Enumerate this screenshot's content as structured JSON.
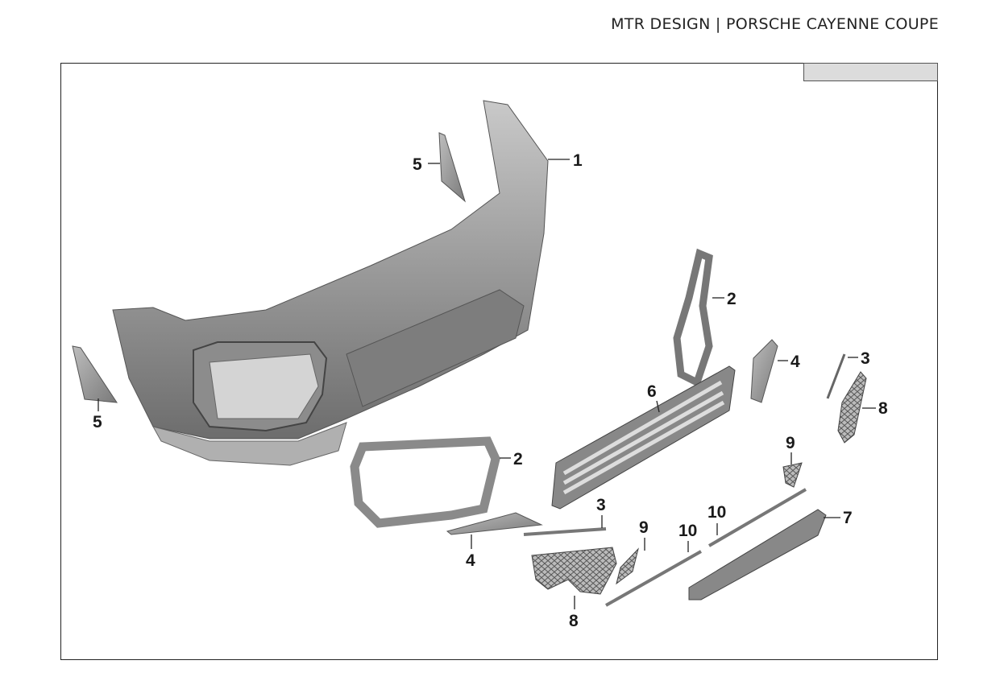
{
  "header": {
    "title": "MTR DESIGN | PORSCHE CAYENNE COUPE"
  },
  "callouts": {
    "front_bumper": "1",
    "air_intake_frame_right": "2",
    "air_intake_frame_left": "2",
    "trim_strip_right": "3",
    "trim_strip_left": "3",
    "side_trim_right": "4",
    "side_trim_left": "4",
    "corner_piece_top": "5",
    "corner_piece_left": "5",
    "center_grille": "6",
    "lower_lip": "7",
    "mesh_grille_right": "8",
    "mesh_grille_left": "8",
    "small_mesh_right": "9",
    "small_mesh_left": "9",
    "lower_strip_right": "10",
    "lower_strip_left": "10"
  }
}
